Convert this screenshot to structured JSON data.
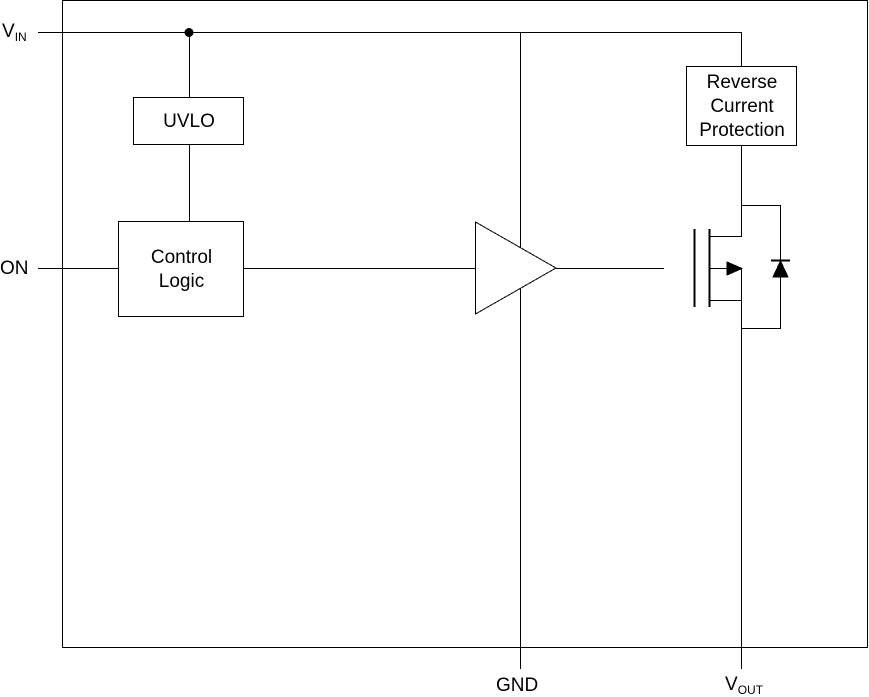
{
  "pins": {
    "vin": {
      "main": "V",
      "sub": "IN"
    },
    "on": "ON",
    "gnd": "GND",
    "vout": {
      "main": "V",
      "sub": "OUT"
    }
  },
  "blocks": {
    "uvlo": "UVLO",
    "control_logic": [
      "Control",
      "Logic"
    ],
    "reverse_current_protection": [
      "Reverse",
      "Current",
      "Protection"
    ]
  },
  "colors": {
    "stroke": "#000000",
    "background": "#ffffff"
  }
}
